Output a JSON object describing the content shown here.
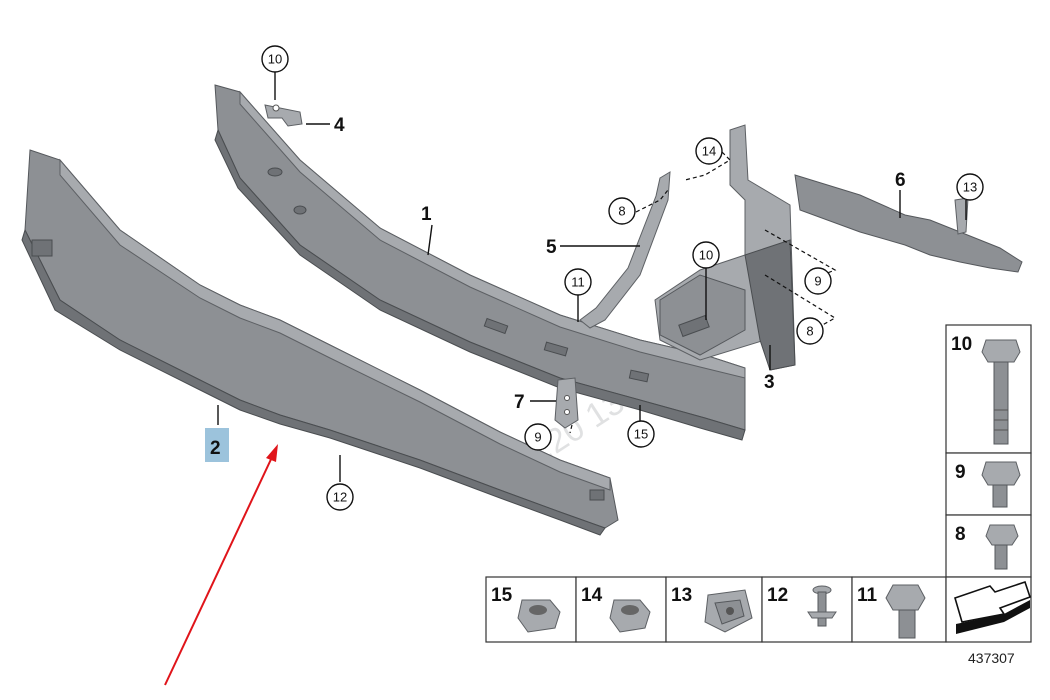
{
  "diagram": {
    "reference_number": "437307",
    "watermark": "5.04.20 13:45",
    "part_labels": {
      "p1": "1",
      "p2": "2",
      "p3": "3",
      "p4": "4",
      "p5": "5",
      "p6": "6",
      "p7": "7"
    },
    "callouts": {
      "c10a": "10",
      "c14": "14",
      "c8a": "8",
      "c13": "13",
      "c10b": "10",
      "c11": "11",
      "c9a": "9",
      "c8b": "8",
      "c9b": "9",
      "c15": "15",
      "c12": "12"
    },
    "hardware_panel": {
      "side": [
        "10",
        "9",
        "8"
      ],
      "bottom": [
        "15",
        "14",
        "13",
        "12",
        "11"
      ]
    },
    "colors": {
      "part_fill": "#8d9094",
      "highlight": "#9cc3dc",
      "arrow": "#e0141a"
    }
  }
}
